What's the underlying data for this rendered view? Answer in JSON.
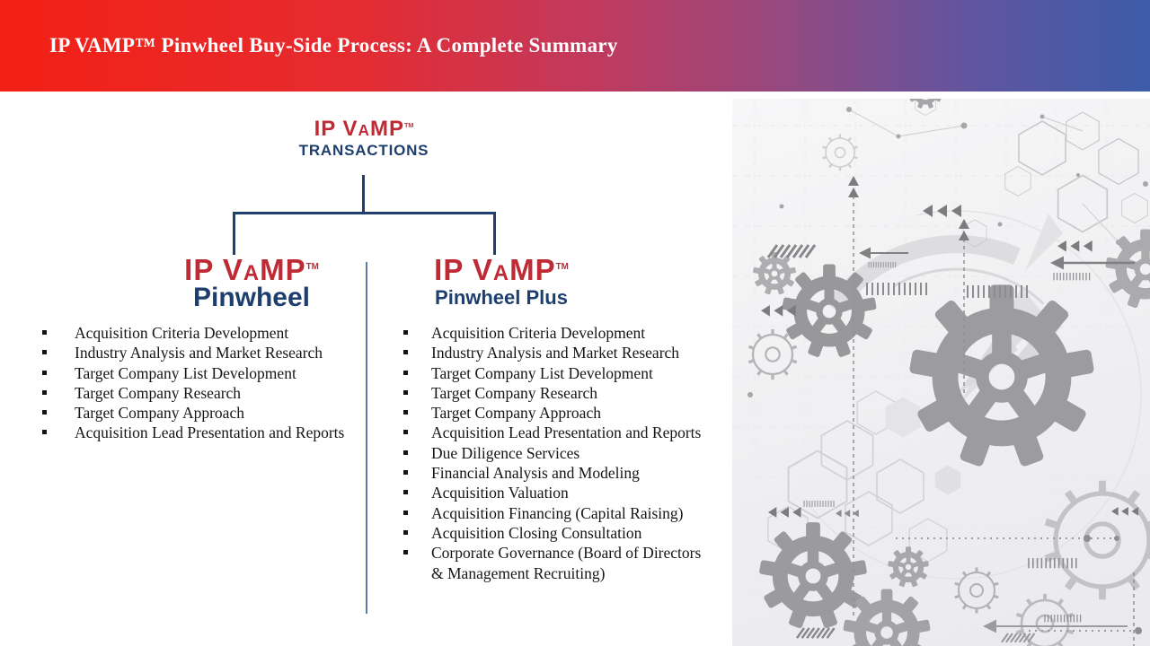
{
  "slide": {
    "title": "IP VAMP™ Pinwheel Buy-Side Process: A Complete Summary"
  },
  "brand": {
    "mark_pre": "IP V",
    "mark_a": "A",
    "mark_post": "MP",
    "tm": "TM"
  },
  "tree": {
    "root": {
      "label": "TRANSACTIONS"
    },
    "left": {
      "label": "Pinwheel"
    },
    "right": {
      "label": "Pinwheel Plus"
    }
  },
  "lists": {
    "pinwheel": {
      "items": [
        "Acquisition Criteria Development",
        "Industry Analysis and Market Research",
        "Target Company List Development",
        "Target Company Research",
        "Target Company Approach",
        "Acquisition Lead Presentation and Reports"
      ]
    },
    "pinwheel_plus": {
      "items": [
        "Acquisition Criteria Development",
        "Industry Analysis and Market Research",
        "Target Company List Development",
        "Target Company Research",
        "Target Company Approach",
        "Acquisition Lead Presentation and Reports",
        "Due Diligence Services",
        "Financial Analysis and Modeling",
        "Acquisition Valuation",
        "Acquisition Financing (Capital Raising)",
        "Acquisition Closing Consultation",
        "Corporate Governance (Board of Directors & Management Recruiting)"
      ]
    }
  },
  "icons": {
    "bullet": "square-bullet",
    "background": "gears-illustration"
  },
  "colors": {
    "header_gradient_left": "#f32015",
    "header_gradient_right": "#3c5ca9",
    "brand_red": "#bf2b35",
    "brand_navy": "#1e3f6e",
    "connector_navy": "#1f3f6e",
    "divider_blue": "#44639a",
    "list_text": "#161616",
    "art_gray": "#9c9c9f"
  }
}
